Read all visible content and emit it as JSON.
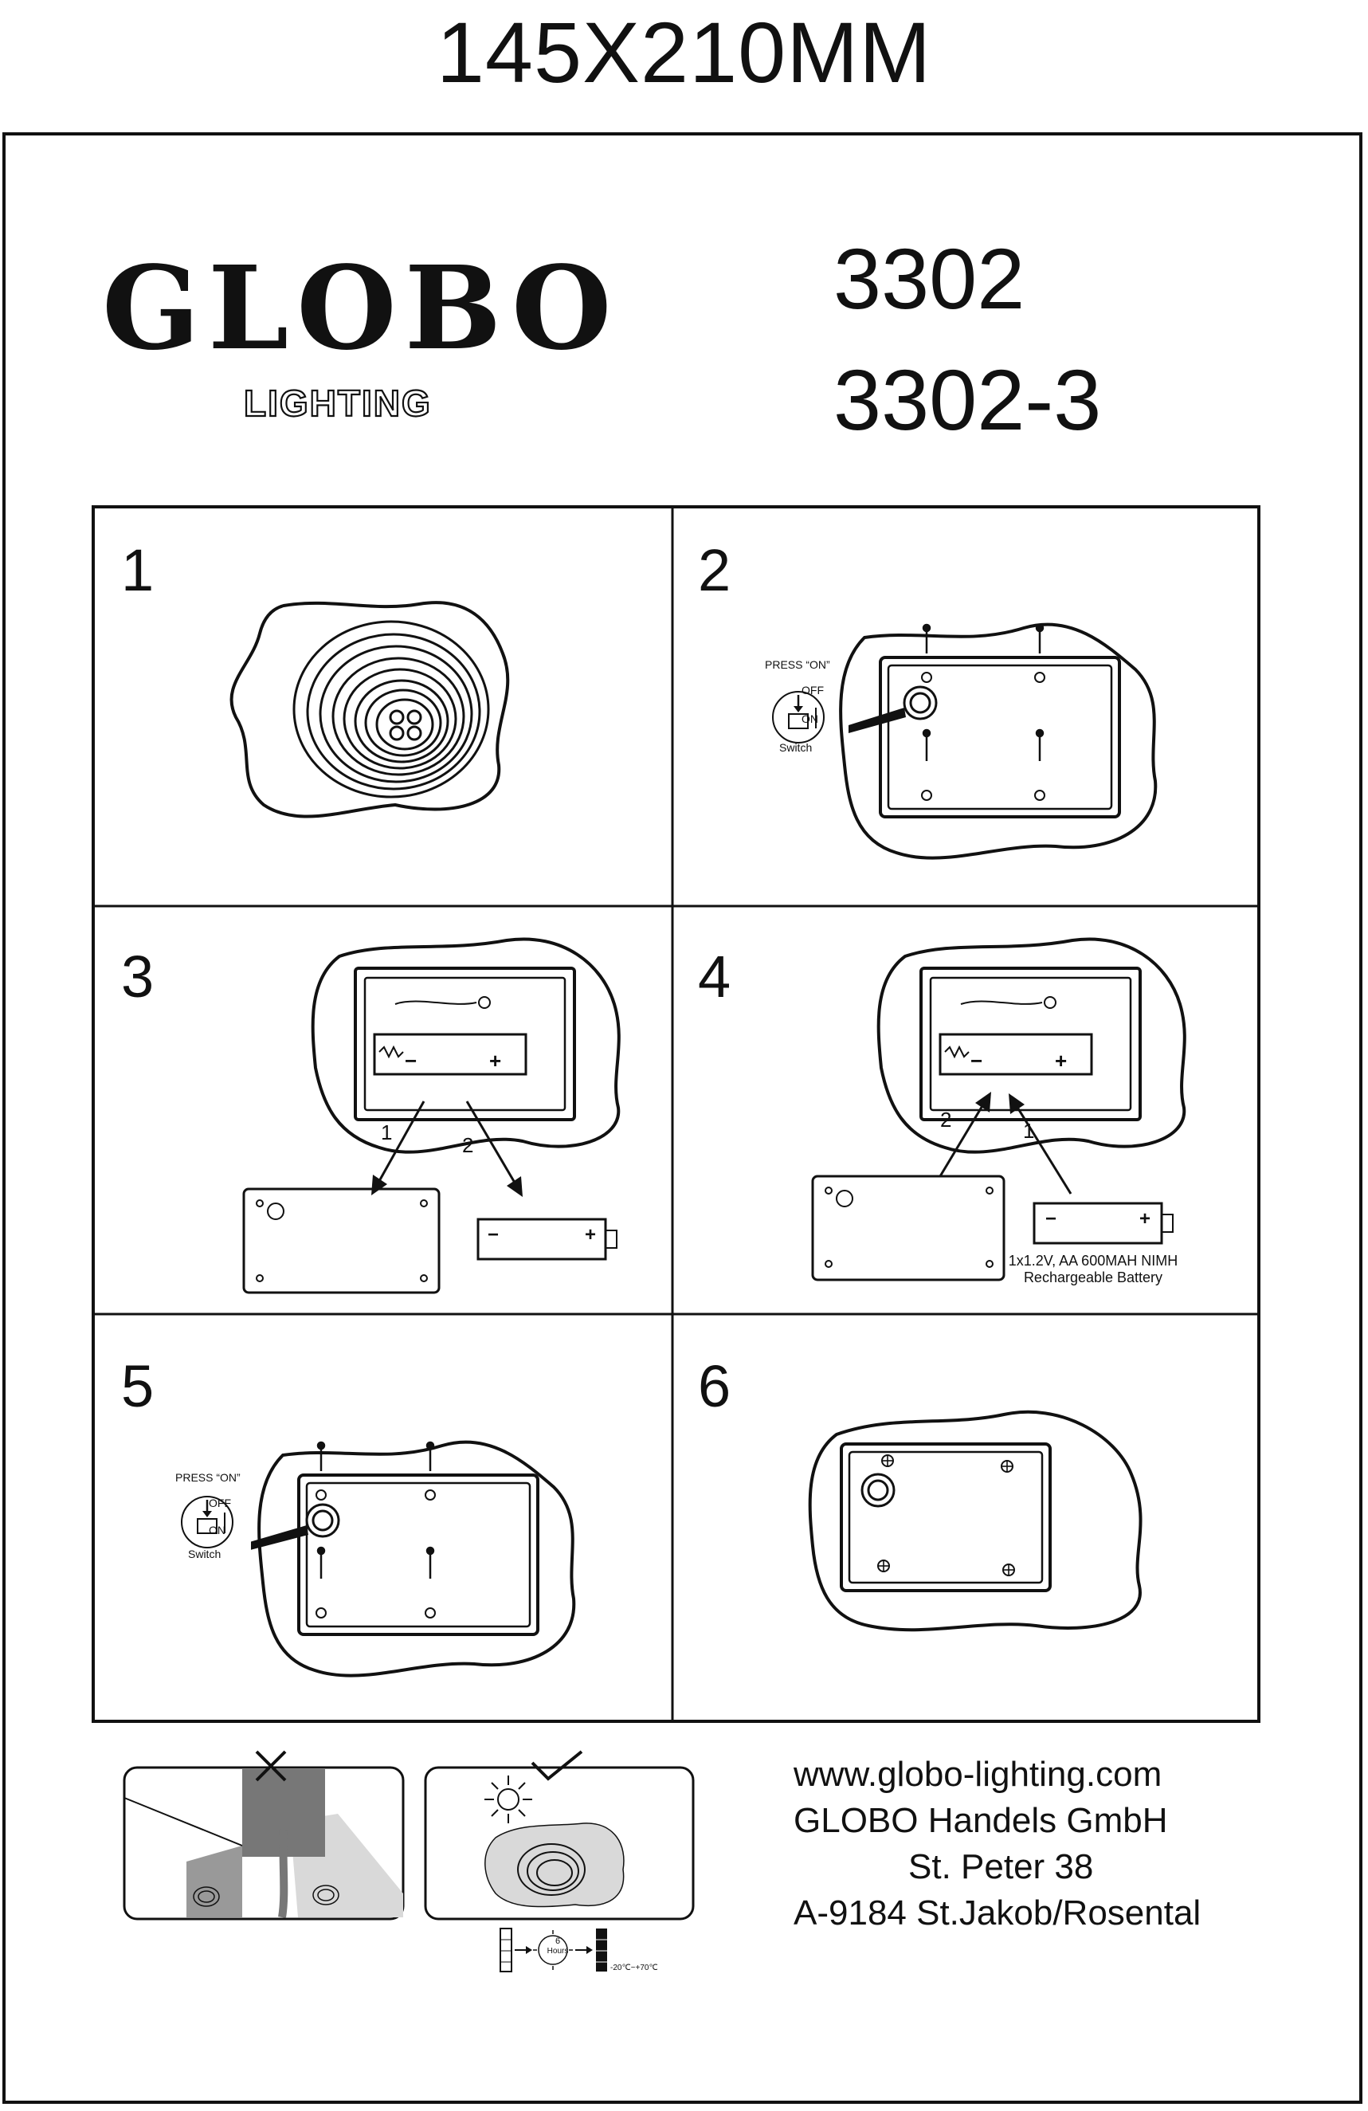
{
  "header": {
    "size": "145X210MM"
  },
  "brand": {
    "name": "GLOBO",
    "sub": "LIGHTING"
  },
  "models": [
    "3302",
    "3302-3"
  ],
  "steps": [
    "1",
    "2",
    "3",
    "4",
    "5",
    "6"
  ],
  "labels": {
    "press_on": "PRESS “ON”",
    "off": "OFF",
    "on": "ON",
    "switch": "Switch",
    "minus": "−",
    "plus": "+",
    "arrow_1": "1",
    "arrow_2": "2",
    "battery_spec": "1x1.2V, AA 600MAH NIMH",
    "battery_type": "Rechargeable Battery",
    "hours_num": "6",
    "hours_word": "Hours",
    "temp_range": "-20℃~+70℃"
  },
  "contact": {
    "web": "www.globo-lighting.com",
    "company": "GLOBO Handels GmbH",
    "street": "St.  Peter 38",
    "city": "A-9184 St.Jakob/Rosental"
  },
  "icons": {
    "bad_placement": "cross-icon",
    "good_placement": "check-icon",
    "sun": "sun-icon"
  }
}
